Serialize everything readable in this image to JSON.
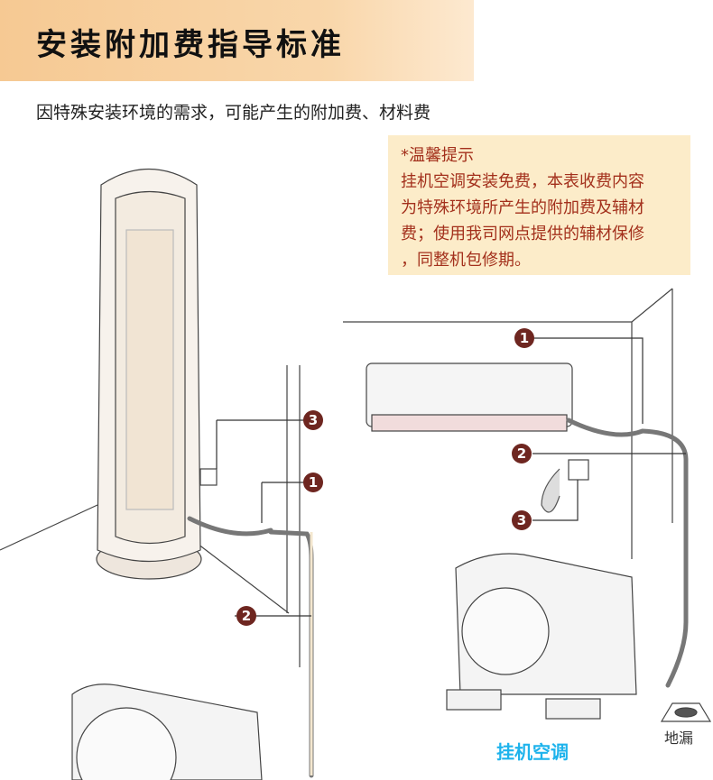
{
  "header": {
    "title": "安装附加费指导标准",
    "subtitle": "因特殊安装环境的需求，可能产生的附加费、材料费"
  },
  "tip": {
    "heading": "*温馨提示",
    "lines": [
      "挂机空调安装免费，本表收费内容",
      "为特殊环境所产生的附加费及辅材",
      "费；使用我司网点提供的辅材保修",
      "，同整机包修期。"
    ]
  },
  "labels": {
    "wall_unit_caption": "挂机空调",
    "floor_drain": "地漏"
  },
  "markers": {
    "left": [
      "3",
      "1",
      "2"
    ],
    "right": [
      "1",
      "2",
      "3"
    ]
  },
  "colors": {
    "marker": "#6e2620",
    "tip_text": "#a3301c",
    "caption": "#1eb3ec"
  }
}
